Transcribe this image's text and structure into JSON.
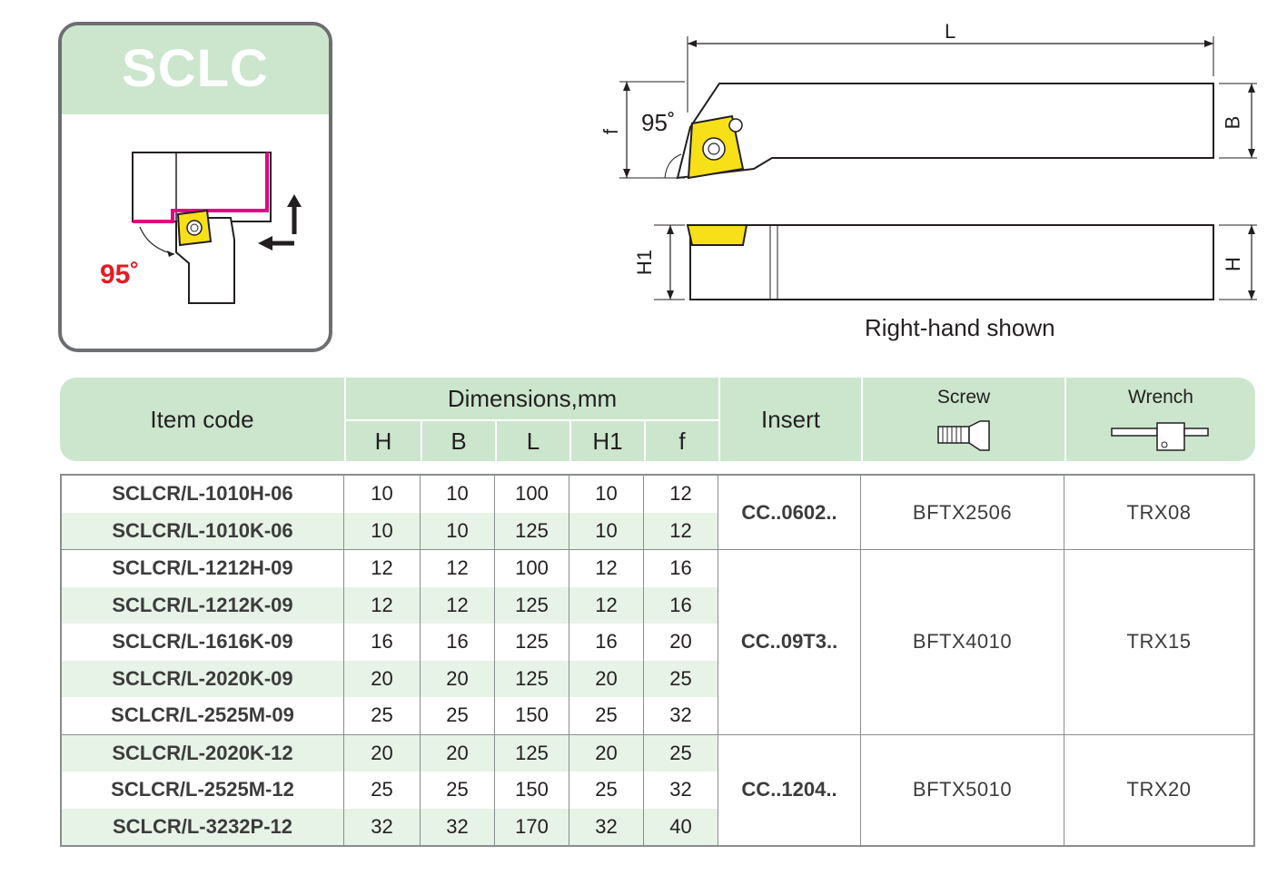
{
  "card": {
    "title": "SCLC",
    "angle": "95˚"
  },
  "drawing": {
    "dim_L": "L",
    "dim_B": "B",
    "dim_f": "f",
    "dim_H": "H",
    "dim_H1": "H1",
    "angle": "95˚",
    "caption": "Right-hand shown"
  },
  "colors": {
    "header_green": "#cbe6cd",
    "row_green": "#e6f3e6",
    "insert_yellow": "#f7e017",
    "accent_magenta": "#e4007f",
    "angle_red": "#e31b23"
  },
  "table": {
    "headers": {
      "item_code": "Item code",
      "dimensions": "Dimensions,mm",
      "dim_cols": [
        "H",
        "B",
        "L",
        "H1",
        "f"
      ],
      "insert": "Insert",
      "screw": "Screw",
      "wrench": "Wrench"
    },
    "rows": [
      {
        "code": "SCLCR/L-1010H-06",
        "H": "10",
        "B": "10",
        "L": "100",
        "H1": "10",
        "f": "12"
      },
      {
        "code": "SCLCR/L-1010K-06",
        "H": "10",
        "B": "10",
        "L": "125",
        "H1": "10",
        "f": "12"
      },
      {
        "code": "SCLCR/L-1212H-09",
        "H": "12",
        "B": "12",
        "L": "100",
        "H1": "12",
        "f": "16"
      },
      {
        "code": "SCLCR/L-1212K-09",
        "H": "12",
        "B": "12",
        "L": "125",
        "H1": "12",
        "f": "16"
      },
      {
        "code": "SCLCR/L-1616K-09",
        "H": "16",
        "B": "16",
        "L": "125",
        "H1": "16",
        "f": "20"
      },
      {
        "code": "SCLCR/L-2020K-09",
        "H": "20",
        "B": "20",
        "L": "125",
        "H1": "20",
        "f": "25"
      },
      {
        "code": "SCLCR/L-2525M-09",
        "H": "25",
        "B": "25",
        "L": "150",
        "H1": "25",
        "f": "32"
      },
      {
        "code": "SCLCR/L-2020K-12",
        "H": "20",
        "B": "20",
        "L": "125",
        "H1": "20",
        "f": "25"
      },
      {
        "code": "SCLCR/L-2525M-12",
        "H": "25",
        "B": "25",
        "L": "150",
        "H1": "25",
        "f": "32"
      },
      {
        "code": "SCLCR/L-3232P-12",
        "H": "32",
        "B": "32",
        "L": "170",
        "H1": "32",
        "f": "40"
      }
    ],
    "groups": [
      {
        "insert": "CC..0602..",
        "screw": "BFTX2506",
        "wrench": "TRX08"
      },
      {
        "insert": "CC..09T3..",
        "screw": "BFTX4010",
        "wrench": "TRX15"
      },
      {
        "insert": "CC..1204..",
        "screw": "BFTX5010",
        "wrench": "TRX20"
      }
    ]
  },
  "icons": {
    "screw": "screw-icon",
    "wrench": "wrench-icon",
    "feed_up": "arrow-up-icon",
    "feed_left": "arrow-left-icon"
  }
}
